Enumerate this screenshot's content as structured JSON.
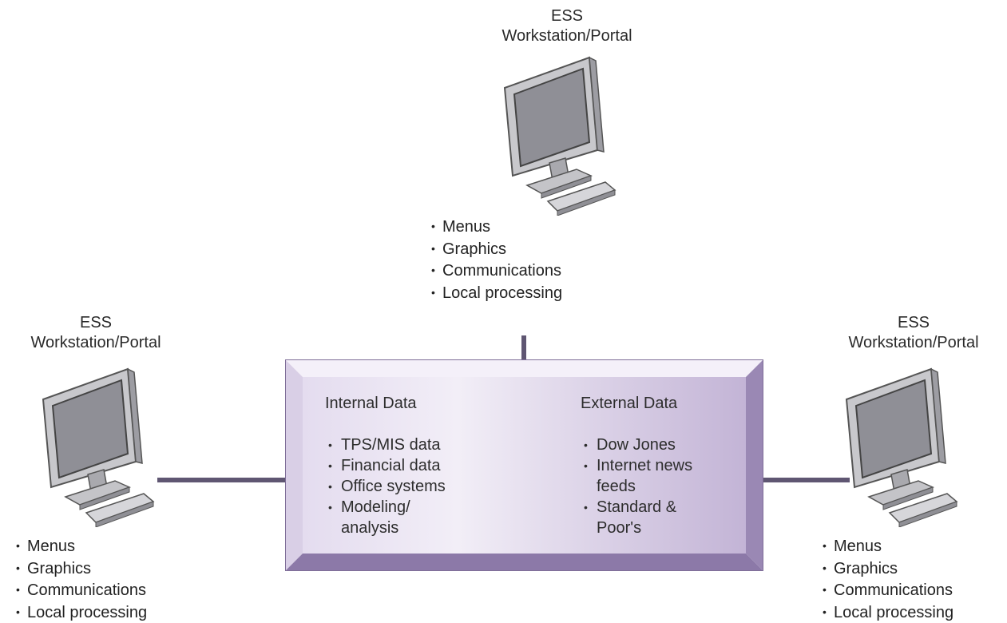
{
  "workstations": {
    "top": {
      "title_line1": "ESS",
      "title_line2": "Workstation/Portal",
      "features": [
        "Menus",
        "Graphics",
        "Communications",
        "Local processing"
      ],
      "icon": "computer-icon"
    },
    "left": {
      "title_line1": "ESS",
      "title_line2": "Workstation/Portal",
      "features": [
        "Menus",
        "Graphics",
        "Communications",
        "Local processing"
      ],
      "icon": "computer-icon"
    },
    "right": {
      "title_line1": "ESS",
      "title_line2": "Workstation/Portal",
      "features": [
        "Menus",
        "Graphics",
        "Communications",
        "Local processing"
      ],
      "icon": "computer-icon"
    }
  },
  "hub": {
    "internal": {
      "heading": "Internal Data",
      "items": [
        {
          "line1": "TPS/MIS data"
        },
        {
          "line1": "Financial data"
        },
        {
          "line1": "Office systems"
        },
        {
          "line1": "Modeling/",
          "line2": "analysis"
        }
      ]
    },
    "external": {
      "heading": "External Data",
      "items": [
        {
          "line1": "Dow Jones"
        },
        {
          "line1": "Internet news",
          "line2": "feeds"
        },
        {
          "line1": "Standard &",
          "line2": "Poor's"
        }
      ]
    }
  },
  "colors": {
    "hub_light": "#eae2f2",
    "hub_dark": "#b7a6cc",
    "connector": "#5f5672",
    "monitor_frame": "#c8c8cc",
    "monitor_screen": "#8f8f96"
  }
}
